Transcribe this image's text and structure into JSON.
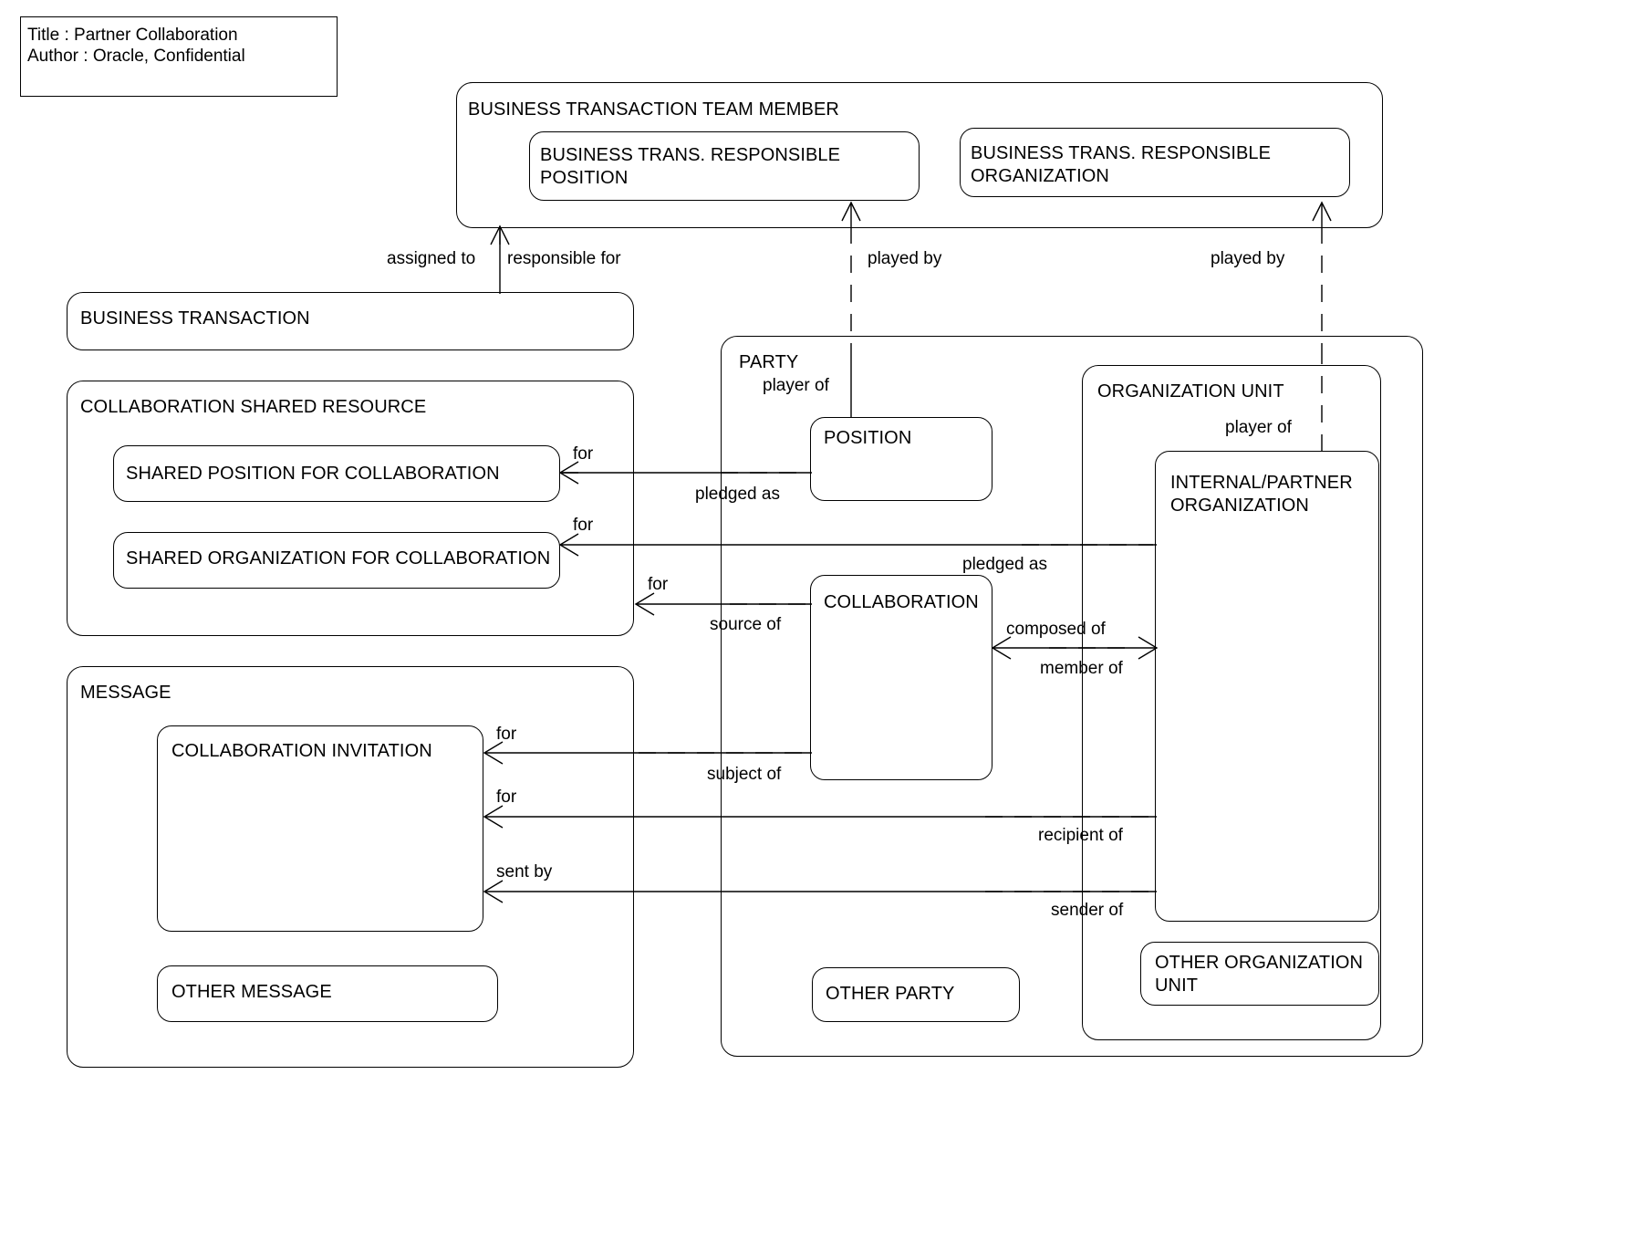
{
  "title_block": {
    "name": "diagram-title-block",
    "lines": [
      "Title : Partner Collaboration",
      "Author : Oracle, Confidential"
    ]
  },
  "entities": {
    "business_transaction_team_member": "BUSINESS TRANSACTION TEAM MEMBER",
    "business_trans_responsible_position": "BUSINESS TRANS. RESPONSIBLE\nPOSITION",
    "business_trans_responsible_organization": "BUSINESS TRANS. RESPONSIBLE\nORGANIZATION",
    "business_transaction": "BUSINESS TRANSACTION",
    "collaboration_shared_resource": "COLLABORATION SHARED RESOURCE",
    "shared_position_for_collaboration": "SHARED POSITION FOR COLLABORATION",
    "shared_organization_for_collaboration": "SHARED ORGANIZATION FOR COLLABORATION",
    "message": "MESSAGE",
    "collaboration_invitation": "COLLABORATION INVITATION",
    "other_message": "OTHER MESSAGE",
    "party": "PARTY",
    "position": "POSITION",
    "collaboration": "COLLABORATION",
    "other_party": "OTHER PARTY",
    "organization_unit": "ORGANIZATION UNIT",
    "internal_partner_organization": "INTERNAL/PARTNER\nORGANIZATION",
    "other_organization_unit": "OTHER ORGANIZATION\nUNIT"
  },
  "relationships": [
    {
      "id": "assigned-to",
      "label": "assigned to"
    },
    {
      "id": "responsible-for",
      "label": "responsible for"
    },
    {
      "id": "played-by-1",
      "label": "played by"
    },
    {
      "id": "played-by-2",
      "label": "played by"
    },
    {
      "id": "player-of-party",
      "label": "player of"
    },
    {
      "id": "player-of-org",
      "label": "player of"
    },
    {
      "id": "for-shared-pos",
      "label": "for"
    },
    {
      "id": "pledged-as-pos",
      "label": "pledged as"
    },
    {
      "id": "for-shared-org",
      "label": "for"
    },
    {
      "id": "pledged-as-org",
      "label": "pledged as"
    },
    {
      "id": "for-collab-src",
      "label": "for"
    },
    {
      "id": "source-of",
      "label": "source of"
    },
    {
      "id": "composed-of",
      "label": "composed of"
    },
    {
      "id": "member-of",
      "label": "member of"
    },
    {
      "id": "for-invitation-1",
      "label": "for"
    },
    {
      "id": "subject-of",
      "label": "subject of"
    },
    {
      "id": "for-invitation-2",
      "label": "for"
    },
    {
      "id": "recipient-of",
      "label": "recipient of"
    },
    {
      "id": "sent-by",
      "label": "sent by"
    },
    {
      "id": "sender-of",
      "label": "sender of"
    }
  ],
  "colors": {
    "stroke": "#000000",
    "background": "#ffffff",
    "text": "#000000"
  }
}
